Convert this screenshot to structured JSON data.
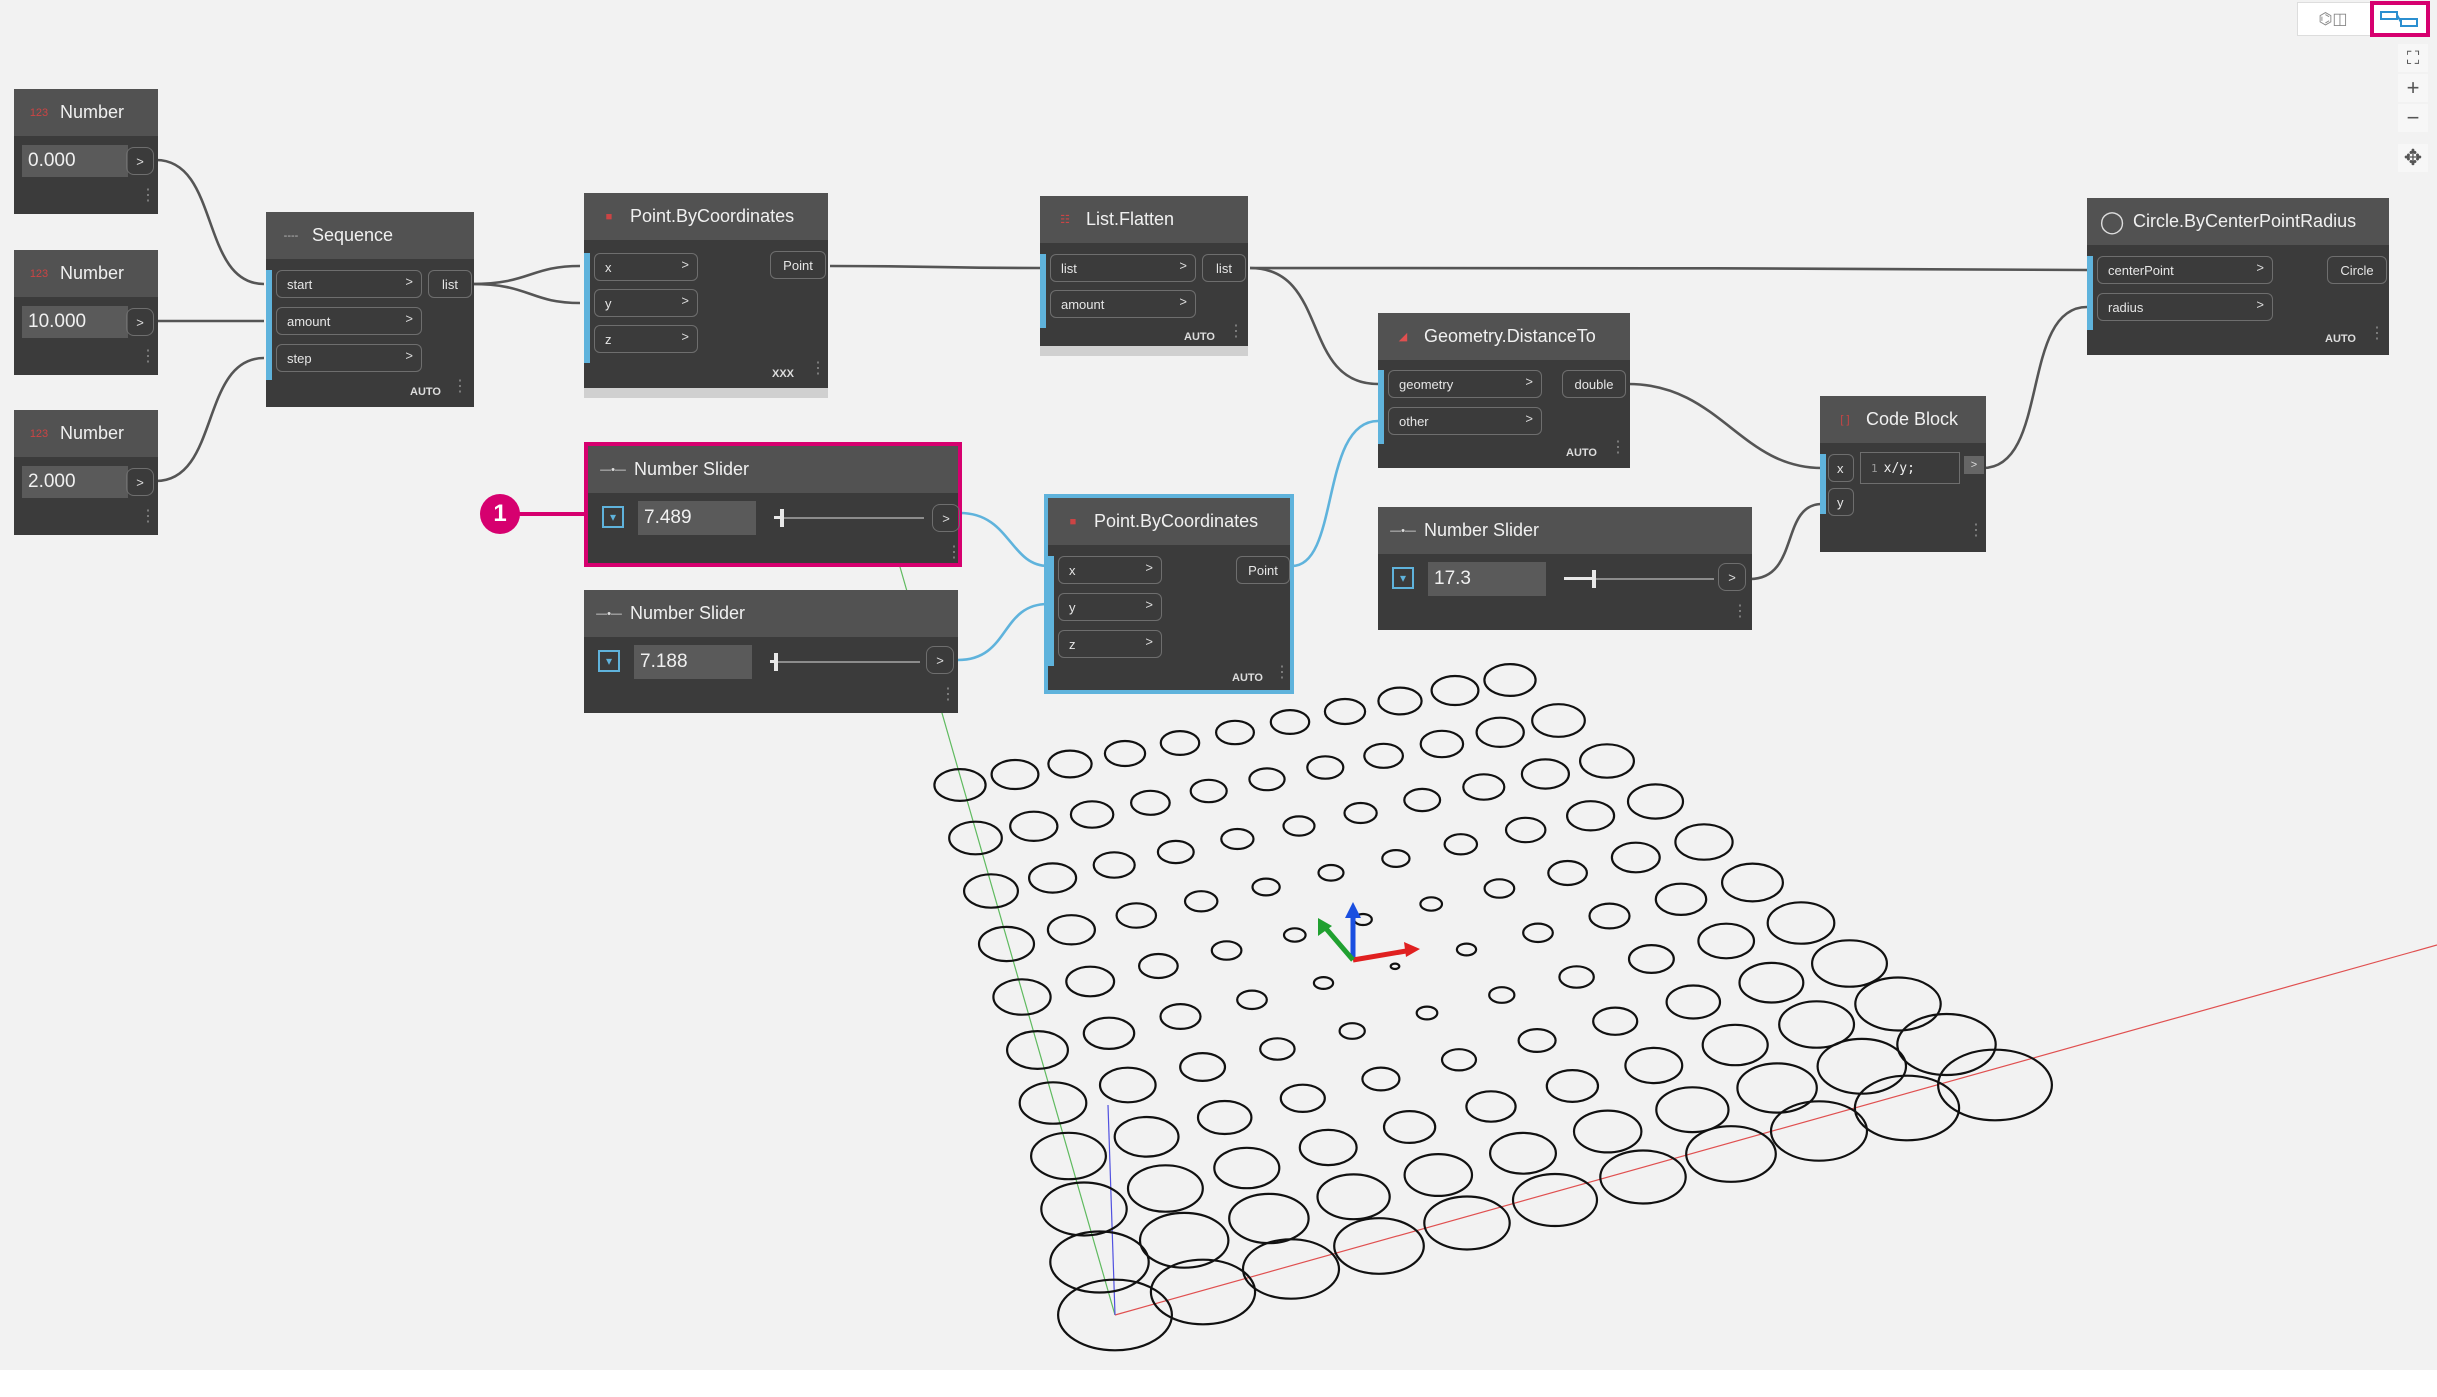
{
  "nodes": {
    "number1": {
      "title": "Number",
      "value": "0.000",
      "icon_text": "123"
    },
    "number2": {
      "title": "Number",
      "value": "10.000",
      "icon_text": "123"
    },
    "number3": {
      "title": "Number",
      "value": "2.000",
      "icon_text": "123"
    },
    "sequence": {
      "title": "Sequence",
      "inputs": [
        "start",
        "amount",
        "step"
      ],
      "output": "list",
      "lacing": "AUTO"
    },
    "point1": {
      "title": "Point.ByCoordinates",
      "inputs": [
        "x",
        "y",
        "z"
      ],
      "output": "Point",
      "lacing": "XXX"
    },
    "flatten": {
      "title": "List.Flatten",
      "inputs": [
        "list",
        "amount"
      ],
      "output": "list",
      "lacing": "AUTO"
    },
    "distance": {
      "title": "Geometry.DistanceTo",
      "inputs": [
        "geometry",
        "other"
      ],
      "output": "double",
      "lacing": "AUTO"
    },
    "circle": {
      "title": "Circle.ByCenterPointRadius",
      "inputs": [
        "centerPoint",
        "radius"
      ],
      "output": "Circle",
      "lacing": "AUTO"
    },
    "slider1": {
      "title": "Number Slider",
      "value": "7.489",
      "fraction": 0.05
    },
    "slider2": {
      "title": "Number Slider",
      "value": "7.188",
      "fraction": 0.04
    },
    "slider3": {
      "title": "Number Slider",
      "value": "17.3",
      "fraction": 0.2
    },
    "point2": {
      "title": "Point.ByCoordinates",
      "inputs": [
        "x",
        "y",
        "z"
      ],
      "output": "Point",
      "lacing": "AUTO"
    },
    "codeblock": {
      "title": "Code Block",
      "line_no": "1",
      "code": "x/y;",
      "inputs": [
        "x",
        "y"
      ],
      "output": ">"
    }
  },
  "callout": {
    "label": "1"
  },
  "toolbar": {
    "zoom_in": "+",
    "zoom_out": "−",
    "fit": "⛶",
    "pan": "✥"
  },
  "colors": {
    "accent": "#d6006f",
    "port_blue": "#5fb3dc",
    "node_body": "#3b3b3b",
    "node_header": "#525252",
    "canvas": "#f2f2f2"
  }
}
